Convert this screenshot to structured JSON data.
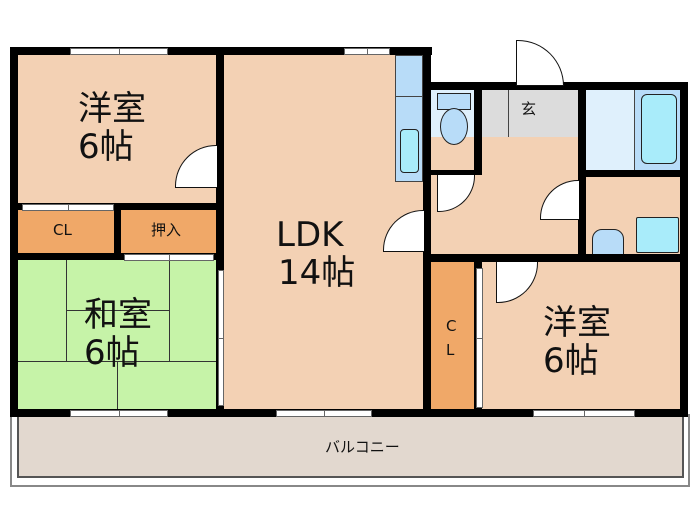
{
  "floorplan": {
    "rooms": {
      "western_room_1": {
        "name": "洋室",
        "size": "6帖"
      },
      "closet_1": {
        "name": "CL"
      },
      "oshiire": {
        "name": "押入"
      },
      "japanese_room": {
        "name": "和室",
        "size": "6帖"
      },
      "ldk": {
        "name": "LDK",
        "size": "14帖"
      },
      "entrance": {
        "name": "玄"
      },
      "closet_2": {
        "name": "C\nL"
      },
      "western_room_2": {
        "name": "洋室",
        "size": "6帖"
      },
      "balcony": {
        "name": "バルコニー"
      }
    },
    "colors": {
      "wood_floor": "#f3d1b4",
      "closet": "#f0a868",
      "tatami": "#c6f3a8",
      "wet_area": "#dff0fc",
      "fixture": "#a9ecfa",
      "entrance": "#dcdcdc",
      "balcony": "#e2d8cf",
      "wall": "#000000"
    }
  }
}
